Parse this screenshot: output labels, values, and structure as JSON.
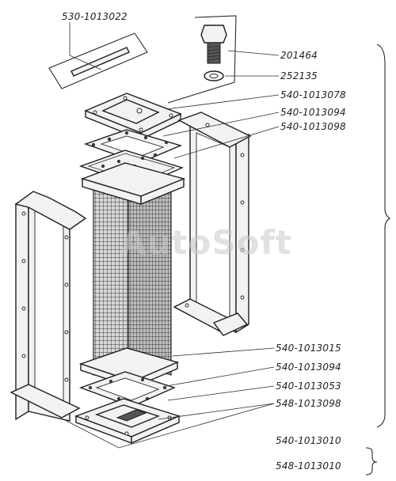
{
  "watermark": "AutoSoft",
  "part_numbers": {
    "rod": "530-1013022",
    "bolt": "201464",
    "washer": "252135",
    "top_cover": "540-1013078",
    "top_gasket": "540-1013094",
    "top_plate": "540-1013098",
    "core": "540-1013015",
    "bottom_gasket": "540-1013094",
    "bottom_plate": "540-1013053",
    "bottom_cover": "548-1013098",
    "assembly_1": "540-1013010",
    "assembly_2": "548-1013010"
  }
}
